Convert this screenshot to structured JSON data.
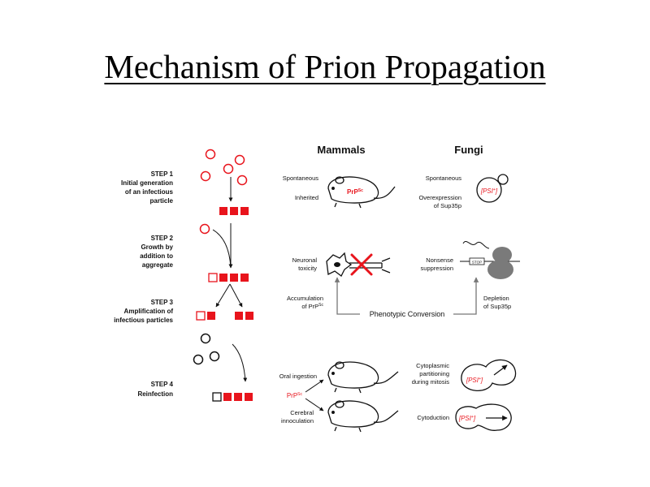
{
  "title": "Mechanism of Prion Propagation",
  "colors": {
    "red": "#e8141c",
    "black": "#111111",
    "gray": "#777777"
  },
  "steps": [
    {
      "label": "STEP 1",
      "desc": [
        "Initial generation",
        "of an infectious",
        "particle"
      ]
    },
    {
      "label": "STEP 2",
      "desc": [
        "Growth by",
        "addition to",
        "aggregate"
      ]
    },
    {
      "label": "STEP 3",
      "desc": [
        "Amplification of",
        "infectious particles"
      ]
    },
    {
      "label": "STEP 4",
      "desc": [
        "Reinfection"
      ]
    }
  ],
  "headers": {
    "mammals": "Mammals",
    "fungi": "Fungi"
  },
  "mammals": {
    "row1": {
      "spontaneous": "Spontaneous",
      "inherited": "Inherited",
      "prp_base": "PrP",
      "prp_sup": "Sc"
    },
    "row2": {
      "neuronal": [
        "Neuronal",
        "toxicity"
      ],
      "accumulation": [
        "Accumulation",
        "of PrP"
      ],
      "acc_sup": "Sc"
    },
    "row4": {
      "oral": "Oral ingestion",
      "prp_base": "PrP",
      "prp_sup": "Sc",
      "cerebral": [
        "Cerebral",
        "innoculation"
      ]
    }
  },
  "fungi": {
    "row1": {
      "spontaneous": "Spontaneous",
      "overexpression": [
        "Overexpression",
        "of Sup35p"
      ],
      "psi_label": "PSI",
      "psi_sup": "+"
    },
    "row2": {
      "nonsense": [
        "Nonsense",
        "suppression"
      ],
      "stop": "STOP",
      "depletion": [
        "Depletion",
        "of Sup35p"
      ]
    },
    "row4": {
      "cytoplasmic": [
        "Cytoplasmic",
        "partitioning",
        "during mitosis"
      ],
      "cytoduction": "Cytoduction",
      "psi_label": "PSI",
      "psi_sup": "+"
    }
  },
  "phenotypic": "Phenotypic Conversion"
}
